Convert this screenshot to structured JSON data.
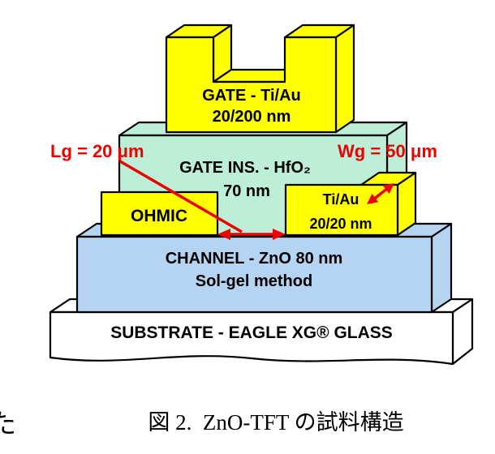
{
  "diagram": {
    "gate": {
      "label": "GATE - Ti/Au",
      "thickness": "20/200 nm"
    },
    "gate_insulator": {
      "label": "GATE INS. - HfO₂",
      "thickness": "70 nm"
    },
    "ohmic_contact": {
      "label": "OHMIC"
    },
    "drain_contact": {
      "label": "Ti/Au",
      "thickness": "20/20 nm"
    },
    "channel": {
      "label": "CHANNEL - ZnO 80 nm",
      "method": "Sol-gel method"
    },
    "substrate": {
      "label": "SUBSTRATE - EAGLE XG® GLASS"
    },
    "annotations": {
      "gate_length": "Lg = 20 μm",
      "gate_width": "Wg = 50 μm"
    },
    "colors": {
      "metal": "#ffff00",
      "insulator": "#bceed8",
      "channel": "#b5d4f1",
      "substrate": "#ffffff",
      "outline": "#000000",
      "annotation": "#ee0000"
    }
  },
  "caption": "図 2.  ZnO-TFT の試料構造",
  "edge_text": "た"
}
